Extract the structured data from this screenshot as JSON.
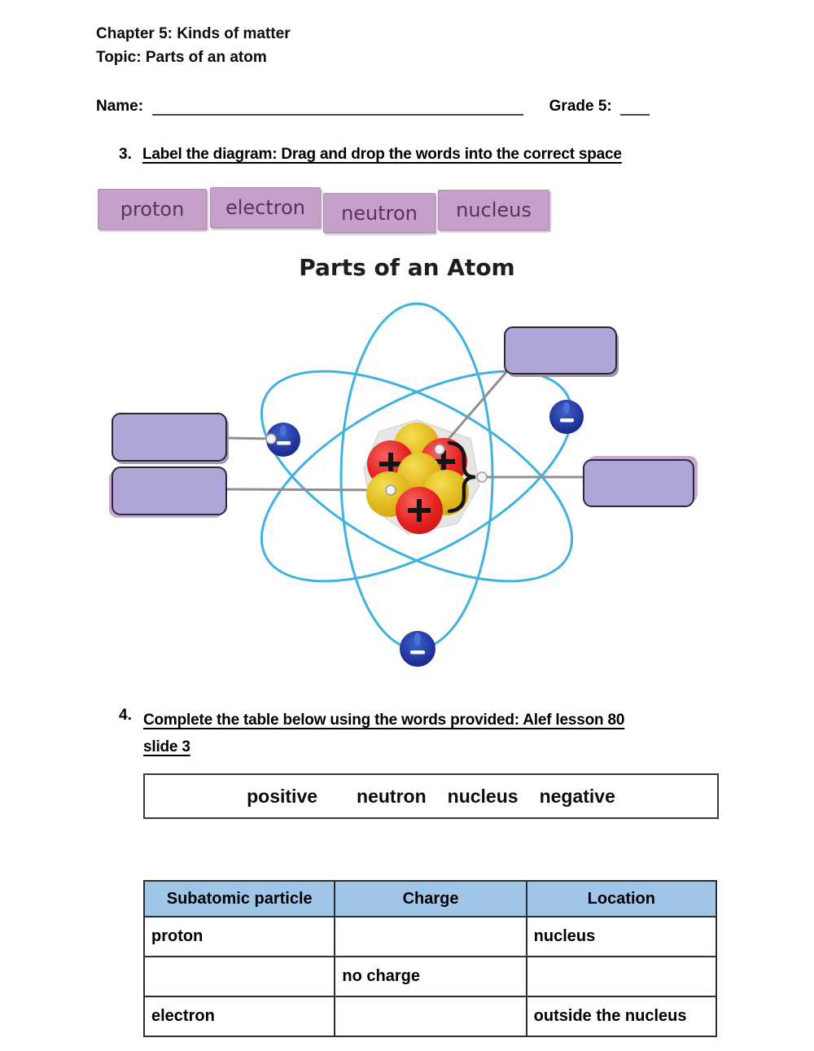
{
  "page": {
    "chapter": "Chapter 5: Kinds of matter",
    "topic": "Topic: Parts of an atom",
    "name_label": "Name:",
    "grade_label": "Grade 5:"
  },
  "q3": {
    "number": "3.",
    "prompt": "Label the diagram: Drag and drop the words into the correct space",
    "word_tiles": [
      "proton",
      "electron",
      "neutron",
      "nucleus"
    ],
    "diagram_title": "Parts of an Atom",
    "diagram_label_boxes": [
      "top-right-empty",
      "left-upper-empty",
      "left-lower-empty",
      "right-middle-empty"
    ]
  },
  "q4": {
    "number": "4.",
    "prompt_line1": "Complete the table below using the words provided: Alef lesson 80",
    "prompt_line2": "slide 3",
    "word_bank": [
      "positive",
      "neutron",
      "nucleus",
      "negative"
    ],
    "table": {
      "headers": [
        "Subatomic particle",
        "Charge",
        "Location"
      ],
      "rows": [
        [
          "proton",
          "",
          "nucleus"
        ],
        [
          "",
          "no charge",
          ""
        ],
        [
          "electron",
          "",
          "outside the nucleus"
        ]
      ]
    }
  },
  "colors": {
    "tile_bg": "#c5a0c8",
    "tile_text": "#5c2e63",
    "label_box_fill": "#b0a5d8",
    "label_box_shadow_pink": "#c9abce",
    "orbit_blue": "#3fb2e3",
    "electron_navy": "#20339b",
    "proton_red": "#e42320",
    "neutron_yellow": "#e2ba1e",
    "nucleus_blob_gray": "#e8e6e4",
    "table_header_bg": "#9fc5e8"
  }
}
